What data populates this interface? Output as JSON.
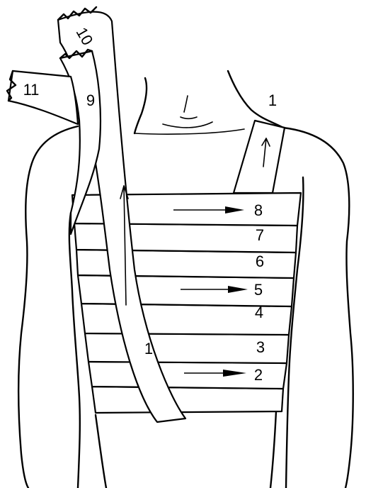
{
  "diagram": {
    "labels": {
      "l1_top": "1",
      "l1_center": "1",
      "l2": "2",
      "l3": "3",
      "l4": "4",
      "l5": "5",
      "l6": "6",
      "l7": "7",
      "l8": "8",
      "l9": "9",
      "l10": "10",
      "l11": "11"
    }
  }
}
